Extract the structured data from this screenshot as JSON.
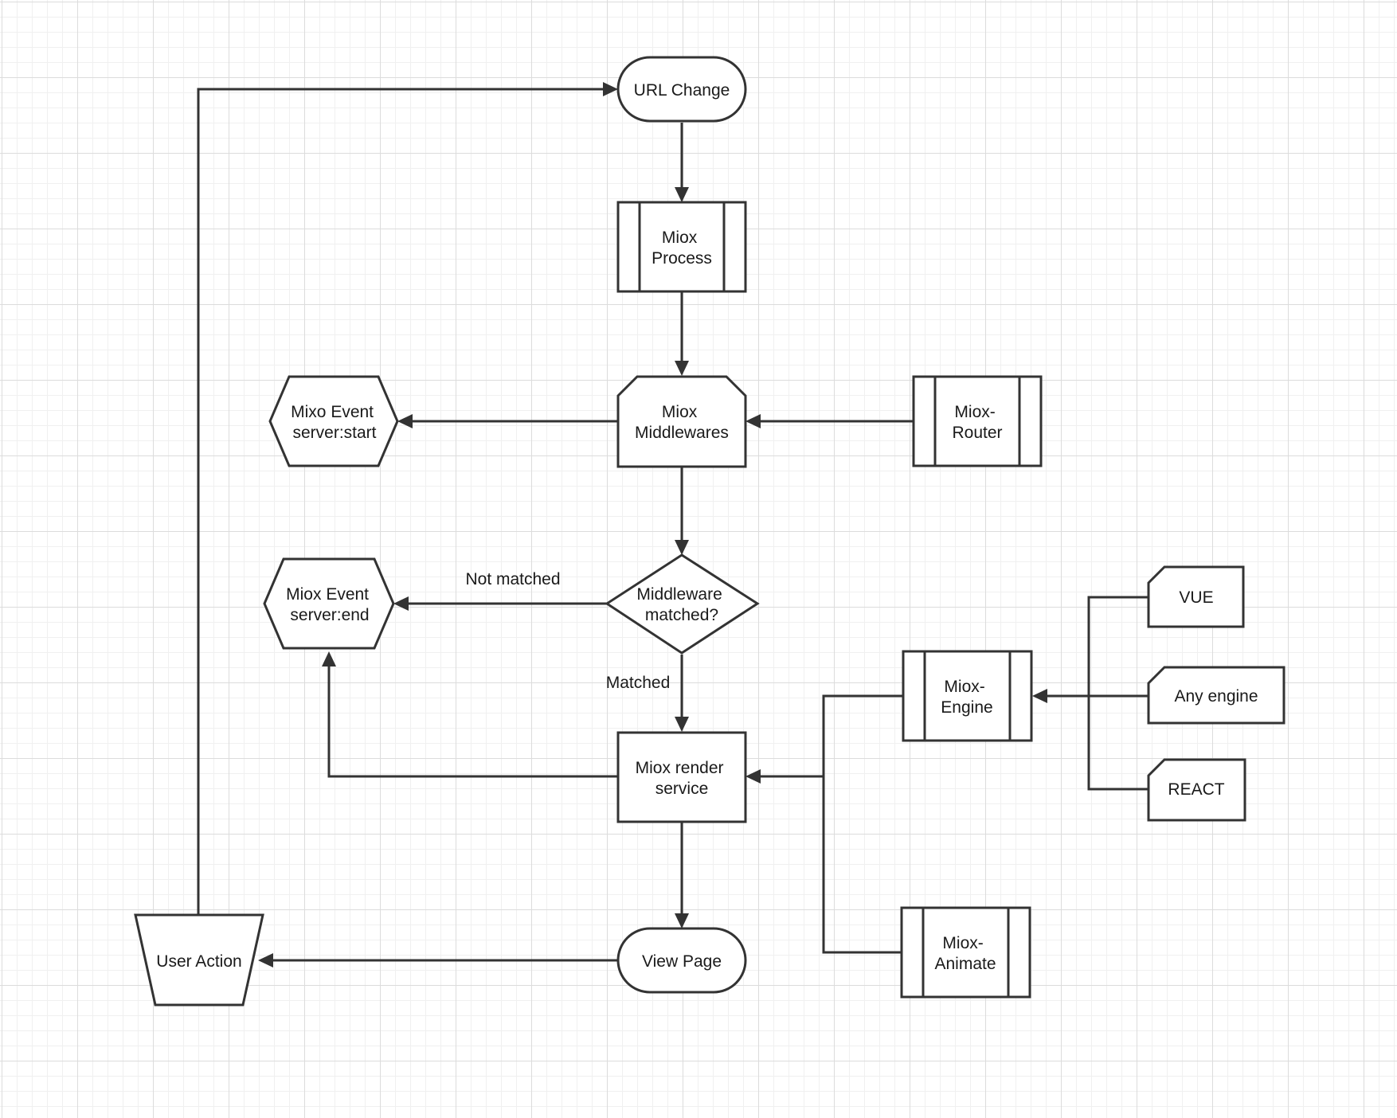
{
  "nodes": {
    "url_change": {
      "lines": [
        "URL Change"
      ]
    },
    "miox_process": {
      "lines": [
        "Miox",
        "Process"
      ]
    },
    "miox_middlewares": {
      "lines": [
        "Miox",
        "Middlewares"
      ]
    },
    "miox_router": {
      "lines": [
        "Miox-",
        "Router"
      ]
    },
    "mixo_event_start": {
      "lines": [
        "Mixo Event",
        "server:start"
      ]
    },
    "middleware_matched": {
      "lines": [
        "Middleware",
        "matched?"
      ]
    },
    "miox_event_end": {
      "lines": [
        "Miox Event",
        "server:end"
      ]
    },
    "miox_render_service": {
      "lines": [
        "Miox render",
        "service"
      ]
    },
    "miox_engine": {
      "lines": [
        "Miox-",
        "Engine"
      ]
    },
    "vue": {
      "lines": [
        "VUE"
      ]
    },
    "any_engine": {
      "lines": [
        "Any engine"
      ]
    },
    "react": {
      "lines": [
        "REACT"
      ]
    },
    "miox_animate": {
      "lines": [
        "Miox-",
        "Animate"
      ]
    },
    "view_page": {
      "lines": [
        "View Page"
      ]
    },
    "user_action": {
      "lines": [
        "User Action"
      ]
    }
  },
  "edges": {
    "not_matched": "Not matched",
    "matched": "Matched"
  }
}
